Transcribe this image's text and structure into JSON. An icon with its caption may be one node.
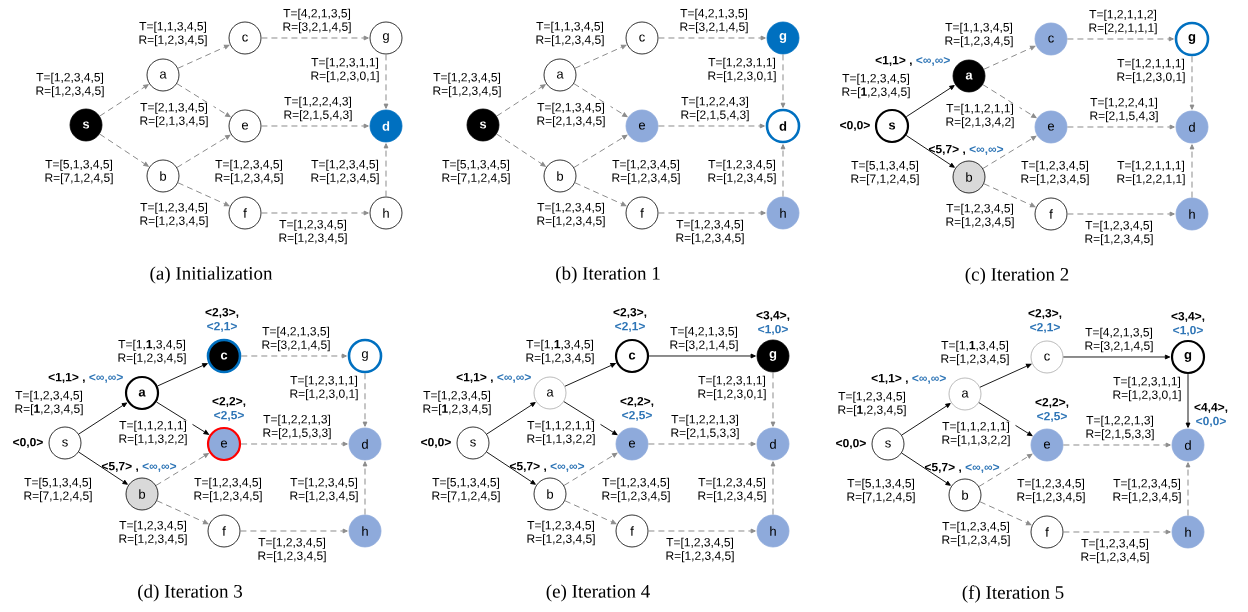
{
  "diagram": {
    "nodes": [
      {
        "text": [
          "s"
        ]
      },
      {
        "text": [
          "a"
        ]
      },
      {
        "text": [
          "b"
        ]
      },
      {
        "text": [
          "c"
        ]
      },
      {
        "text": [
          "e"
        ]
      },
      {
        "text": [
          "f"
        ]
      },
      {
        "text": [
          "g"
        ]
      },
      {
        "text": [
          "d"
        ]
      },
      {
        "text": [
          "h"
        ]
      },
      {
        "text": [
          "s"
        ]
      },
      {
        "text": [
          "a"
        ]
      },
      {
        "text": [
          "b"
        ]
      },
      {
        "text": [
          "c"
        ]
      },
      {
        "text": [
          "e"
        ]
      },
      {
        "text": [
          "f"
        ]
      },
      {
        "text": [
          "g"
        ]
      },
      {
        "text": [
          "d"
        ]
      },
      {
        "text": [
          "h"
        ]
      },
      {
        "text": [
          "s"
        ],
        "beside": [
          "<0,0>"
        ]
      },
      {
        "text": [
          "a"
        ],
        "beside": [
          "<1,1> ,",
          "<∞,∞>"
        ]
      },
      {
        "text": [
          "b"
        ],
        "beside": [
          "<5,7> ,",
          "<∞,∞>"
        ]
      },
      {
        "text": [
          "c"
        ]
      },
      {
        "text": [
          "e"
        ]
      },
      {
        "text": [
          "f"
        ]
      },
      {
        "text": [
          "g"
        ]
      },
      {
        "text": [
          "d"
        ]
      },
      {
        "text": [
          "h"
        ]
      },
      {
        "text": [
          "s"
        ],
        "beside": [
          "<0,0>"
        ]
      },
      {
        "text": [
          "a"
        ],
        "beside": [
          "<1,1> ,",
          "<∞,∞>"
        ]
      },
      {
        "text": [
          "b"
        ],
        "beside": [
          "<5,7> ,",
          "<∞,∞>"
        ]
      },
      {
        "text": [
          "c"
        ],
        "beside": [
          "<2,3>,",
          "<2,1>"
        ]
      },
      {
        "text": [
          "e"
        ],
        "beside": [
          "<2,2>,",
          "<2,5>"
        ]
      },
      {
        "text": [
          "f"
        ]
      },
      {
        "text": [
          "g"
        ]
      },
      {
        "text": [
          "d"
        ]
      },
      {
        "text": [
          "h"
        ]
      },
      {
        "text": [
          "s"
        ],
        "beside": [
          "<0,0>"
        ]
      },
      {
        "text": [
          "a"
        ],
        "beside": [
          "<1,1> ,",
          "<∞,∞>"
        ]
      },
      {
        "text": [
          "b"
        ],
        "beside": [
          "<5,7> ,",
          "<∞,∞>"
        ]
      },
      {
        "text": [
          "c"
        ],
        "beside": [
          "<2,3>,",
          "<2,1>"
        ]
      },
      {
        "text": [
          "e"
        ],
        "beside": [
          "<2,2>,",
          "<2,5>"
        ]
      },
      {
        "text": [
          "f"
        ]
      },
      {
        "text": [
          "g"
        ],
        "beside": [
          "<3,4>,",
          "<1,0>"
        ]
      },
      {
        "text": [
          "d"
        ]
      },
      {
        "text": [
          "h"
        ]
      },
      {
        "text": [
          "s"
        ],
        "beside": [
          "<0,0>"
        ]
      },
      {
        "text": [
          "a"
        ],
        "beside": [
          "<1,1> ,",
          "<∞,∞>"
        ]
      },
      {
        "text": [
          "b"
        ],
        "beside": [
          "<5,7> ,",
          "<∞,∞>"
        ]
      },
      {
        "text": [
          "c"
        ],
        "beside": [
          "<2,3>,",
          "<2,1>"
        ]
      },
      {
        "text": [
          "e"
        ],
        "beside": [
          "<2,2>,",
          "<2,5>"
        ]
      },
      {
        "text": [
          "f"
        ]
      },
      {
        "text": [
          "g"
        ],
        "beside": [
          "<3,4>,",
          "<1,0>"
        ]
      },
      {
        "text": [
          "d"
        ],
        "beside": [
          "<4,4>,",
          "<0,0>"
        ]
      },
      {
        "text": [
          "h"
        ]
      }
    ],
    "edges": [
      {
        "from": 0,
        "to": 1,
        "arrow": "to",
        "style": "dashed",
        "label": "T=[1,2,3,4,5] R=[1,2,3,4,5]"
      },
      {
        "from": 0,
        "to": 2,
        "arrow": "to",
        "style": "dashed",
        "label": "T=[5,1,3,4,5] R=[7,1,2,4,5]"
      },
      {
        "from": 1,
        "to": 3,
        "arrow": "to",
        "style": "dashed",
        "label": "T=[1,1,3,4,5] R=[1,2,3,4,5]"
      },
      {
        "from": 1,
        "to": 4,
        "arrow": "to",
        "style": "dashed",
        "label": "T=[2,1,3,4,5] R=[2,1,3,4,5]"
      },
      {
        "from": 2,
        "to": 4,
        "arrow": "to",
        "style": "dashed",
        "label": "T=[1,2,3,4,5] R=[1,2,3,4,5]"
      },
      {
        "from": 2,
        "to": 5,
        "arrow": "to",
        "style": "dashed",
        "label": "T=[1,2,3,4,5] R=[1,2,3,4,5]"
      },
      {
        "from": 3,
        "to": 6,
        "arrow": "to",
        "style": "dashed",
        "label": "T=[4,2,1,3,5] R=[3,2,1,4,5]"
      },
      {
        "from": 4,
        "to": 7,
        "arrow": "to",
        "style": "dashed",
        "label": "T=[1,2,2,4,3] R=[2,1,5,4,3]"
      },
      {
        "from": 5,
        "to": 8,
        "arrow": "to",
        "style": "dashed",
        "label": "T=[1,2,3,4,5] R=[1,2,3,4,5]"
      },
      {
        "from": 6,
        "to": 7,
        "arrow": "to",
        "style": "dashed",
        "label": "T=[1,2,3,1,1] R=[1,2,3,0,1]"
      },
      {
        "from": 8,
        "to": 7,
        "arrow": "to",
        "style": "dashed",
        "label": "T=[1,2,3,4,5] R=[1,2,3,4,5]"
      },
      {
        "from": 9,
        "to": 10,
        "arrow": "to",
        "style": "dashed",
        "label": "T=[1,2,3,4,5] R=[1,2,3,4,5]"
      },
      {
        "from": 9,
        "to": 11,
        "arrow": "to",
        "style": "dashed",
        "label": "T=[5,1,3,4,5] R=[7,1,2,4,5]"
      },
      {
        "from": 10,
        "to": 12,
        "arrow": "to",
        "style": "dashed",
        "label": "T=[1,1,3,4,5] R=[1,2,3,4,5]"
      },
      {
        "from": 10,
        "to": 13,
        "arrow": "to",
        "style": "dashed",
        "label": "T=[2,1,3,4,5] R=[2,1,3,4,5]"
      },
      {
        "from": 11,
        "to": 13,
        "arrow": "to",
        "style": "dashed",
        "label": "T=[1,2,3,4,5] R=[1,2,3,4,5]"
      },
      {
        "from": 11,
        "to": 14,
        "arrow": "to",
        "style": "dashed",
        "label": "T=[1,2,3,4,5] R=[1,2,3,4,5]"
      },
      {
        "from": 12,
        "to": 15,
        "arrow": "to",
        "style": "dashed",
        "label": "T=[4,2,1,3,5] R=[3,2,1,4,5]"
      },
      {
        "from": 13,
        "to": 16,
        "arrow": "to",
        "style": "dashed",
        "label": "T=[1,2,2,4,3] R=[2,1,5,4,3]"
      },
      {
        "from": 14,
        "to": 17,
        "arrow": "to",
        "style": "dashed",
        "label": "T=[1,2,3,4,5] R=[1,2,3,4,5]"
      },
      {
        "from": 15,
        "to": 16,
        "arrow": "to",
        "style": "dashed",
        "label": "T=[1,2,3,1,1] R=[1,2,3,0,1]"
      },
      {
        "from": 17,
        "to": 16,
        "arrow": "to",
        "style": "dashed",
        "label": "T=[1,2,3,4,5] R=[1,2,3,4,5]"
      },
      {
        "from": 18,
        "to": 19,
        "arrow": "to",
        "color": "#000000",
        "label": "T=[1,2,3,4,5] R=[**1**,2,3,4,5]"
      },
      {
        "from": 18,
        "to": 20,
        "arrow": "to",
        "color": "#000000",
        "label": "T=[5,1,3,4,5] R=[7,1,2,4,5]"
      },
      {
        "from": 19,
        "to": 21,
        "arrow": "to",
        "style": "dashed",
        "label": "T=[1,1,3,4,5] R=[1,2,3,4,5]"
      },
      {
        "from": 19,
        "to": 22,
        "arrow": "to",
        "style": "dashed",
        "label": "T=[1,1,2,1,1] R=[2,1,3,4,2]"
      },
      {
        "from": 20,
        "to": 22,
        "arrow": "to",
        "style": "dashed",
        "label": "T=[1,2,3,4,5] R=[1,2,3,4,5]"
      },
      {
        "from": 20,
        "to": 23,
        "arrow": "to",
        "style": "dashed",
        "label": "T=[1,2,3,4,5] R=[1,2,3,4,5]"
      },
      {
        "from": 21,
        "to": 24,
        "arrow": "to",
        "style": "dashed",
        "label": "T=[1,2,1,1,2] R=[2,2,1,1,1]"
      },
      {
        "from": 22,
        "to": 25,
        "arrow": "to",
        "style": "dashed",
        "label": "T=[1,2,2,4,1] R=[2,1,5,4,3]"
      },
      {
        "from": 23,
        "to": 26,
        "arrow": "to",
        "style": "dashed",
        "label": "T=[1,2,3,4,5] R=[1,2,3,4,5]"
      },
      {
        "from": 24,
        "to": 25,
        "arrow": "to",
        "style": "dashed",
        "label": "T=[1,2,1,1,1] R=[1,2,3,0,1]"
      },
      {
        "from": 26,
        "to": 25,
        "arrow": "to",
        "style": "dashed",
        "label": "T=[1,2,1,1,1] R=[1,2,2,1,1]"
      },
      {
        "from": 27,
        "to": 28,
        "arrow": "to",
        "color": "#000000",
        "label": "T=[1,2,3,4,5] R=[**1**,2,3,4,5]"
      },
      {
        "from": 27,
        "to": 29,
        "arrow": "to",
        "color": "#000000",
        "label": "T=[5,1,3,4,5] R=[7,1,2,4,5]"
      },
      {
        "from": 28,
        "to": 30,
        "arrow": "to",
        "color": "#000000",
        "label": "T=[1,**1**,3,4,5] R=[1,2,3,4,5]"
      },
      {
        "from": 28,
        "to": 31,
        "arrow": "to",
        "color": "#000000",
        "label": "T=[1,1,2,1,1] R=[1,1,3,2,2]"
      },
      {
        "from": 29,
        "to": 31,
        "arrow": "to",
        "style": "dashed",
        "label": "T=[1,2,3,4,5] R=[1,2,3,4,5]"
      },
      {
        "from": 29,
        "to": 32,
        "arrow": "to",
        "style": "dashed",
        "label": "T=[1,2,3,4,5] R=[1,2,3,4,5]"
      },
      {
        "from": 30,
        "to": 33,
        "arrow": "to",
        "style": "dashed",
        "label": "T=[4,2,1,3,5] R=[3,2,1,4,5]"
      },
      {
        "from": 31,
        "to": 34,
        "arrow": "to",
        "style": "dashed",
        "label": "T=[1,2,2,1,3] R=[2,1,5,3,3]"
      },
      {
        "from": 32,
        "to": 35,
        "arrow": "to",
        "style": "dashed",
        "label": "T=[1,2,3,4,5] R=[1,2,3,4,5]"
      },
      {
        "from": 33,
        "to": 34,
        "arrow": "to",
        "style": "dashed",
        "label": "T=[1,2,3,1,1] R=[1,2,3,0,1]"
      },
      {
        "from": 35,
        "to": 34,
        "arrow": "to",
        "style": "dashed",
        "label": "T=[1,2,3,4,5] R=[1,2,3,4,5]"
      },
      {
        "from": 36,
        "to": 37,
        "arrow": "to",
        "color": "#000000",
        "label": "T=[1,2,3,4,5] R=[**1**,2,3,4,5]"
      },
      {
        "from": 36,
        "to": 38,
        "arrow": "to",
        "color": "#000000",
        "label": "T=[5,1,3,4,5] R=[7,1,2,4,5]"
      },
      {
        "from": 37,
        "to": 39,
        "arrow": "to",
        "color": "#000000",
        "label": "T=[1,**1**,3,4,5] R=[1,2,3,4,5]"
      },
      {
        "from": 37,
        "to": 40,
        "arrow": "to",
        "color": "#000000",
        "label": "T=[1,1,2,1,1] R=[1,1,3,2,2]"
      },
      {
        "from": 38,
        "to": 40,
        "arrow": "to",
        "style": "dashed",
        "label": "T=[1,2,3,4,5] R=[1,2,3,4,5]"
      },
      {
        "from": 38,
        "to": 41,
        "arrow": "to",
        "style": "dashed",
        "label": "T=[1,2,3,4,5] R=[1,2,3,4,5]"
      },
      {
        "from": 39,
        "to": 42,
        "arrow": "to",
        "color": "#000000",
        "label": "T=[4,2,1,3,5] R=[3,2,1,4,5]"
      },
      {
        "from": 40,
        "to": 43,
        "arrow": "to",
        "style": "dashed",
        "label": "T=[1,2,2,1,3] R=[2,1,5,3,3]"
      },
      {
        "from": 41,
        "to": 44,
        "arrow": "to",
        "style": "dashed",
        "label": "T=[1,2,3,4,5] R=[1,2,3,4,5]"
      },
      {
        "from": 42,
        "to": 43,
        "arrow": "to",
        "style": "dashed",
        "label": "T=[1,2,3,1,1] R=[1,2,3,0,1]"
      },
      {
        "from": 44,
        "to": 43,
        "arrow": "to",
        "style": "dashed",
        "label": "T=[1,2,3,4,5] R=[1,2,3,4,5]"
      },
      {
        "from": 45,
        "to": 46,
        "arrow": "to",
        "color": "#000000",
        "label": "T=[1,2,3,4,5] R=[**1**,2,3,4,5]"
      },
      {
        "from": 45,
        "to": 47,
        "arrow": "to",
        "color": "#000000",
        "label": "T=[5,1,3,4,5] R=[7,1,2,4,5]"
      },
      {
        "from": 46,
        "to": 48,
        "arrow": "to",
        "color": "#000000",
        "label": "T=[1,**1**,3,4,5] R=[1,2,3,4,5]"
      },
      {
        "from": 46,
        "to": 49,
        "arrow": "to",
        "color": "#000000",
        "label": "T=[1,1,2,1,1] R=[1,1,3,2,2]"
      },
      {
        "from": 47,
        "to": 49,
        "arrow": "to",
        "style": "dashed",
        "label": "T=[1,2,3,4,5] R=[1,2,3,4,5]"
      },
      {
        "from": 47,
        "to": 50,
        "arrow": "to",
        "style": "dashed",
        "label": "T=[1,2,3,4,5] R=[1,2,3,4,5]"
      },
      {
        "from": 48,
        "to": 51,
        "arrow": "to",
        "color": "#000000",
        "label": "T=[4,2,1,3,5] R=[3,2,1,4,5]"
      },
      {
        "from": 49,
        "to": 52,
        "arrow": "to",
        "style": "dashed",
        "label": "T=[1,2,2,1,3] R=[2,1,5,3,3]"
      },
      {
        "from": 50,
        "to": 53,
        "arrow": "to",
        "style": "dashed",
        "label": "T=[1,2,3,4,5] R=[1,2,3,4,5]"
      },
      {
        "from": 51,
        "to": 52,
        "arrow": "to",
        "color": "#000000",
        "label": "T=[1,2,3,1,1] R=[1,2,3,0,1]"
      },
      {
        "from": 53,
        "to": 52,
        "arrow": "to",
        "style": "dashed",
        "label": "T=[1,2,3,4,5] R=[1,2,3,4,5]"
      }
    ],
    "labels": [
      "(a) Initialization",
      "(b) Iteration 1",
      "(c) Iteration 2",
      "(d) Iteration 3",
      "(e) Iteration 4",
      "(f) Iteration 5"
    ]
  }
}
